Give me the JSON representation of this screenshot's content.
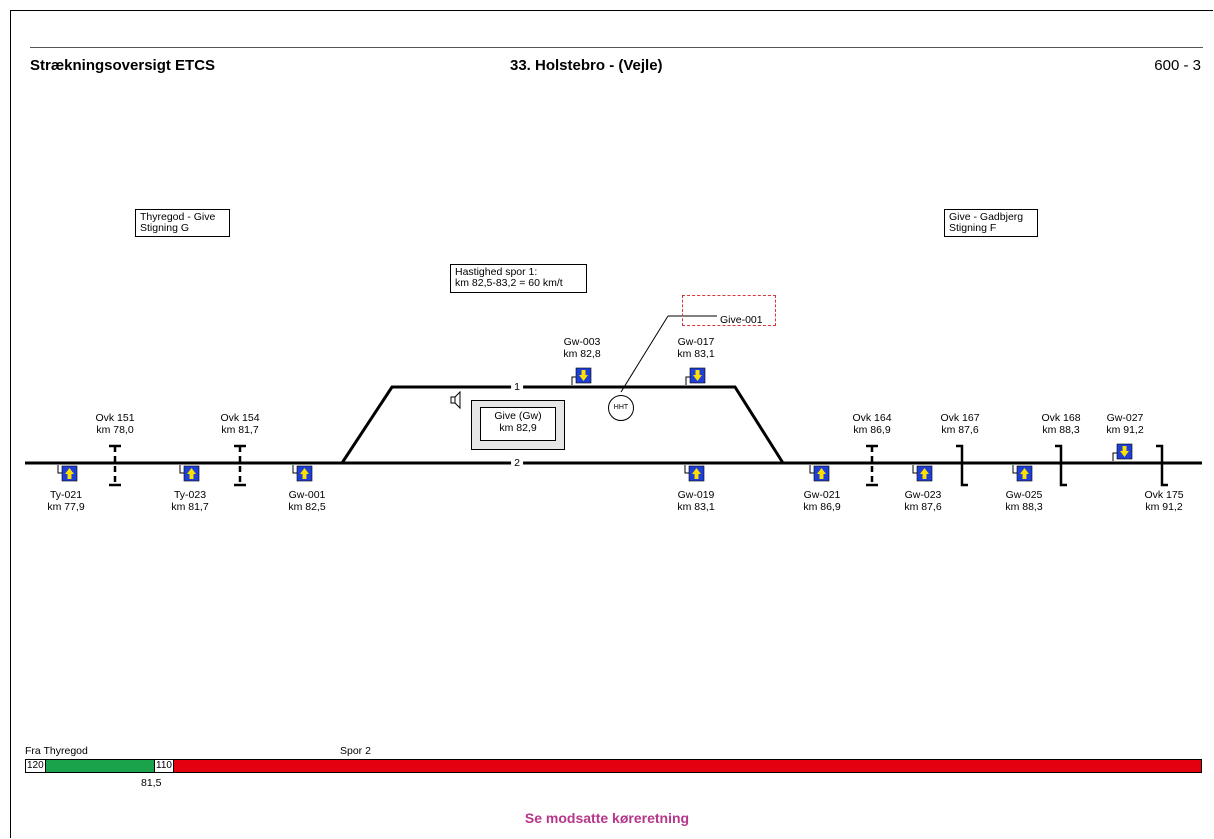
{
  "header": {
    "left_title": "Strækningsoversigt ETCS",
    "center_title": "33. Holstebro - (Vejle)",
    "page_ref": "600 - 3"
  },
  "info_boxes": {
    "grade_left": [
      "Thyregod - Give",
      "Stigning G"
    ],
    "grade_right": [
      "Give - Gadbjerg",
      "Stigning F"
    ],
    "speed": [
      "Hastighed spor 1:",
      "km 82,5-83,2 = 60 km/t"
    ]
  },
  "interlocking": {
    "label": "Give-001"
  },
  "station": {
    "name": "Give (Gw)",
    "km": "km 82,9",
    "hht": "HHT"
  },
  "tracks": {
    "upper": "1",
    "lower": "2"
  },
  "balises_above": [
    {
      "id": "Gw-003",
      "km": "km 82,8",
      "direction": "down"
    },
    {
      "id": "Gw-017",
      "km": "km 83,1",
      "direction": "down"
    },
    {
      "id": "Gw-027",
      "km": "km 91,2",
      "direction": "down"
    }
  ],
  "balises_below": [
    {
      "id": "Ty-021",
      "km": "km 77,9",
      "direction": "up"
    },
    {
      "id": "Ty-023",
      "km": "km 81,7",
      "direction": "up"
    },
    {
      "id": "Gw-001",
      "km": "km 82,5",
      "direction": "up"
    },
    {
      "id": "Gw-019",
      "km": "km 83,1",
      "direction": "up"
    },
    {
      "id": "Gw-021",
      "km": "km 86,9",
      "direction": "up"
    },
    {
      "id": "Gw-023",
      "km": "km 87,6",
      "direction": "up"
    },
    {
      "id": "Gw-025",
      "km": "km 88,3",
      "direction": "up"
    }
  ],
  "level_crossings": [
    {
      "id": "Ovk 151",
      "km": "km 78,0"
    },
    {
      "id": "Ovk 154",
      "km": "km 81,7"
    },
    {
      "id": "Ovk 164",
      "km": "km 86,9"
    },
    {
      "id": "Ovk 167",
      "km": "km 87,6"
    },
    {
      "id": "Ovk 168",
      "km": "km 88,3"
    },
    {
      "id": "Ovk 175",
      "km": "km 91,2"
    }
  ],
  "speed_profile": {
    "from_label": "Fra Thyregod",
    "track_label": "Spor 2",
    "segments": [
      {
        "speed": "120",
        "color": "#1aa34a"
      },
      {
        "speed": "110",
        "color": "#e3000f"
      }
    ],
    "change_km": "81,5"
  },
  "footer": "Se modsatte køreretning",
  "colors": {
    "balise_blue": "#1f3fd6",
    "balise_arrow": "#ffe100",
    "dashed_red": "#d9363e",
    "footer_magenta": "#b5368a"
  }
}
